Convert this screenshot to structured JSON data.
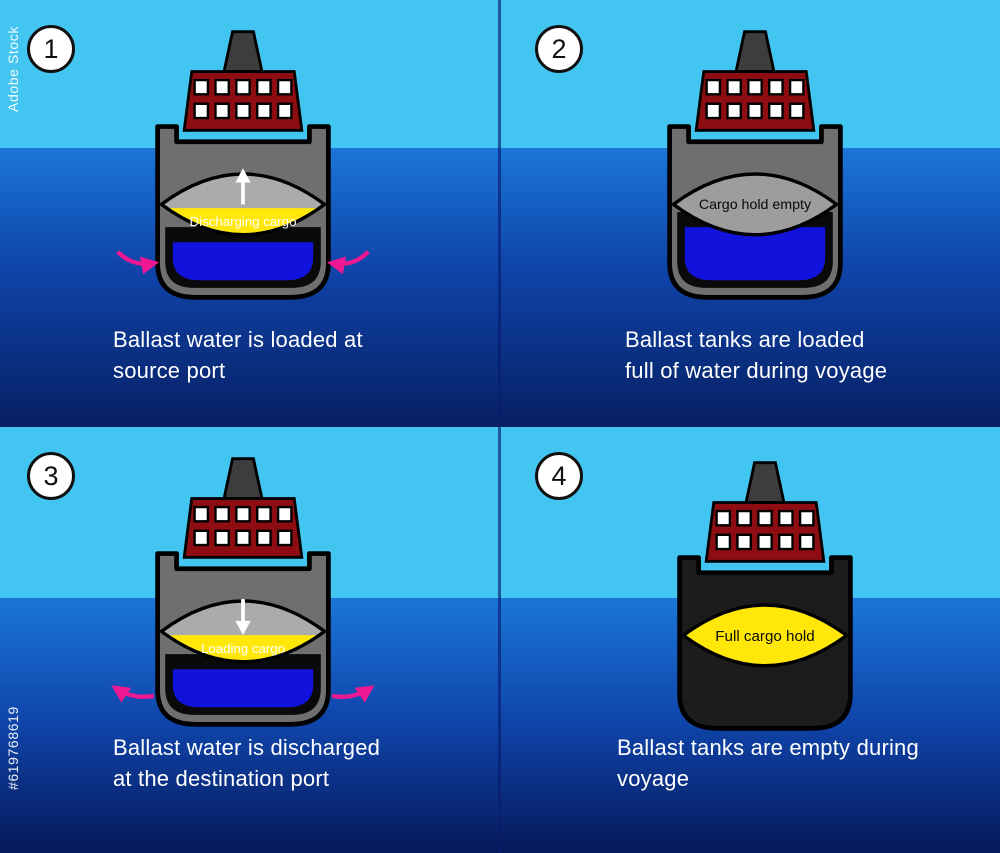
{
  "watermark": {
    "brand": "Adobe Stock",
    "id": "#619768619"
  },
  "colors": {
    "sky": "#43c5f1",
    "water_top": "#1b76d8",
    "water_bottom": "#071f63",
    "ballast_blue": "#1212dd",
    "cargo_yellow": "#ffe70a",
    "superstructure_red": "#8e0d12",
    "arrow_magenta": "#ee1892"
  },
  "panels": [
    {
      "number": "1",
      "hold_label": "Discharging cargo",
      "caption_line1": "Ballast water is loaded at",
      "caption_line2": "source port"
    },
    {
      "number": "2",
      "hold_label": "Cargo hold empty",
      "caption_line1": "Ballast tanks are loaded",
      "caption_line2": "full of water during voyage"
    },
    {
      "number": "3",
      "hold_label": "Loading cargo",
      "caption_line1": "Ballast water is discharged",
      "caption_line2": "at the destination port"
    },
    {
      "number": "4",
      "hold_label": "Full cargo hold",
      "caption_line1": "Ballast tanks are empty during",
      "caption_line2": "voyage"
    }
  ]
}
